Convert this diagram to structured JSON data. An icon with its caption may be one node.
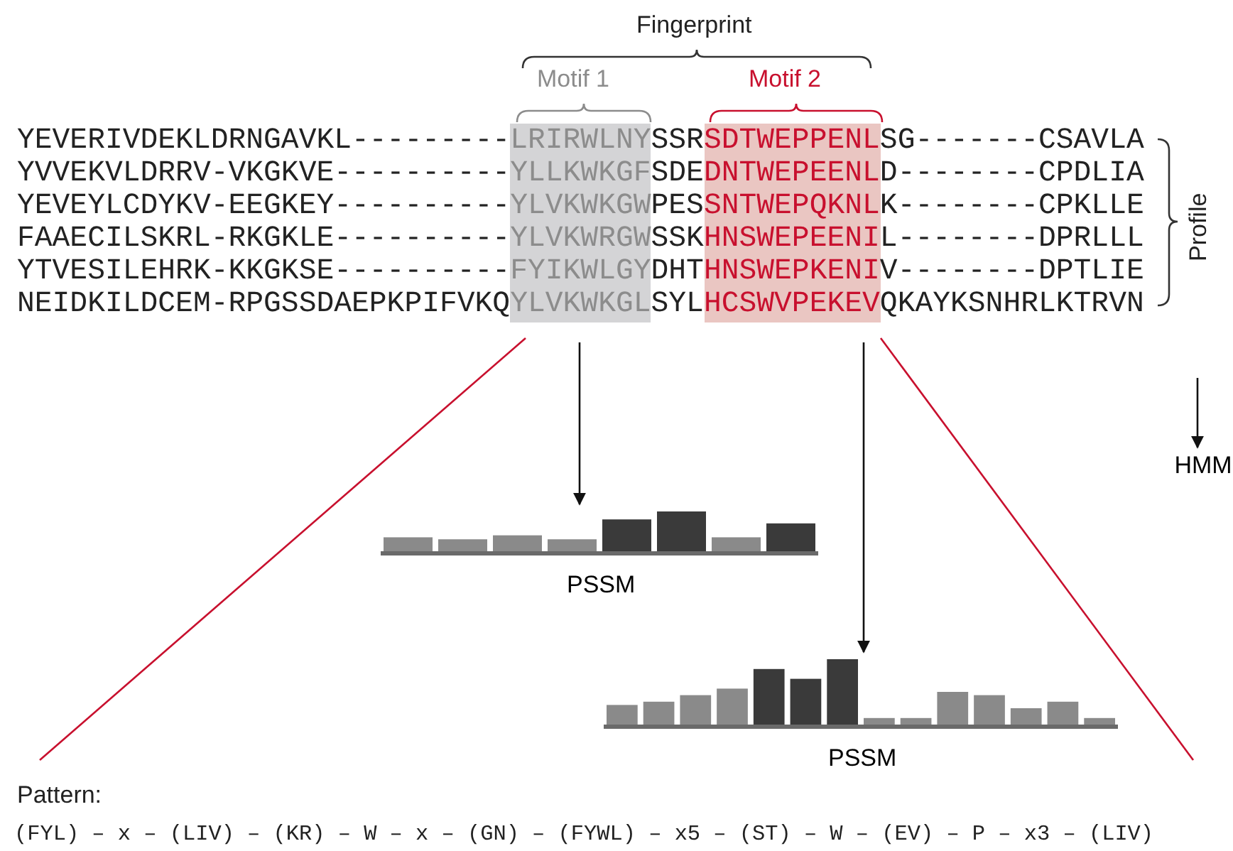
{
  "diagram": {
    "nodes": [
      {
        "text": [],
        "shape": "box"
      },
      {
        "text": [],
        "shape": "box"
      },
      {
        "text": [],
        "shape": "picture",
        "beside": [
          "PSSM"
        ]
      },
      {
        "text": [],
        "shape": "picture",
        "beside": [
          "PSSM"
        ]
      },
      {
        "text": [
          "HMM"
        ]
      }
    ],
    "edges": [
      {
        "from": 0,
        "to": 2,
        "arrow": "to"
      },
      {
        "from": 1,
        "to": 3,
        "arrow": "to"
      },
      {
        "from": null,
        "to": 4,
        "arrow": "to"
      }
    ],
    "labels": [
      "Fingerprint",
      "Motif 1",
      "Motif 2",
      "YEVERIVDEKLDRNGAVKL---------LRIRWLNYSSRSDTWEPPENLSG-------CSAVLA",
      "YVVEKVLDRRV-VKGKVE----------YLLKWKGFSDEDNTWEPEENLD--------CPDLIA",
      "YEVEYLCDYKV-EEGKEY----------YLVKWKGWPESSNTWEPQKNLK--------CPKLLE",
      "FAAECILSKRL-RKGKLE----------YLVKWRGWSSKHNSWEPEENIL--------DPRLLL",
      "YTVESILEHRK-KKGKSE----------FYIKWLGYDHTHNSWEPKENIV--------DPTLIE",
      "NEIDKILDCEM-RPGSSDAEPKPIFVKQYLVKWKGLSYLHCSWVPEKEVQKAYKSNHRLKTRVN",
      "Profile",
      "Pattern:",
      "(FYL) – x – (LIV) – (KR) – W – x – (GN) – (FYWL) – x5 – (ST) – W – (EV) – P – x3 – (LIV)"
    ]
  }
}
